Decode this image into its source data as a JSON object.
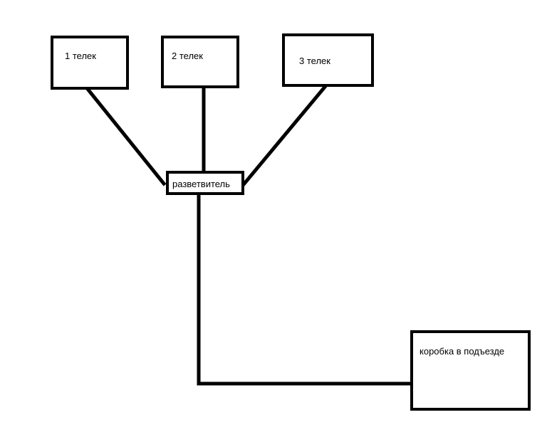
{
  "nodes": {
    "tv1": {
      "label": "1 телек"
    },
    "tv2": {
      "label": "2 телек"
    },
    "tv3": {
      "label": "3 телек"
    },
    "splitter": {
      "label": "разветвитель"
    },
    "box": {
      "label": "коробка в подъезде"
    }
  },
  "colors": {
    "line": "#000000",
    "background": "#ffffff"
  }
}
